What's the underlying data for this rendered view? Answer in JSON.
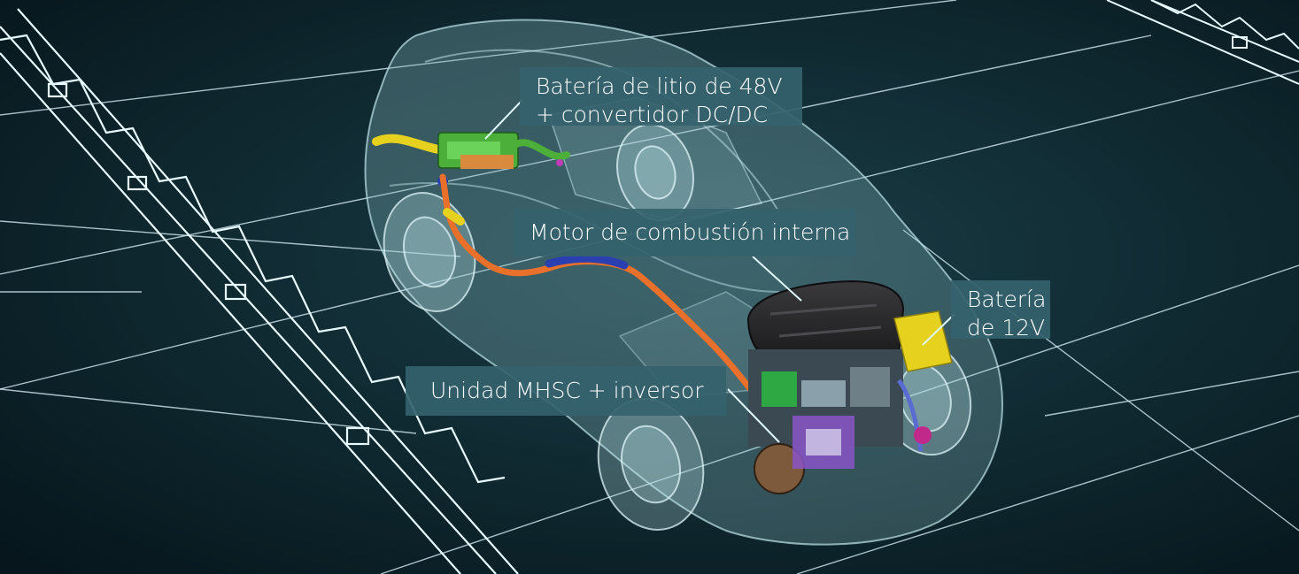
{
  "labels": {
    "battery_48v": {
      "line1": "Batería de litio de 48V",
      "line2": "+ convertidor DC/DC"
    },
    "engine": {
      "line1": "Motor de combustión interna"
    },
    "battery_12v": {
      "line1": "Batería",
      "line2": "de 12V"
    },
    "mhsc_unit": {
      "line1": "Unidad MHSC + inversor"
    }
  },
  "colors": {
    "background": "#0b1f26",
    "grid_line": "#dff6ff",
    "car_outline": "#9fc9cf",
    "callout_bg": "#34626c",
    "cable_orange": "#e8702a",
    "cable_blue": "#2a3fb0",
    "battery_green": "#4caf3a",
    "battery_yellow": "#e6d21e",
    "engine_cover": "#2b2b2d"
  }
}
